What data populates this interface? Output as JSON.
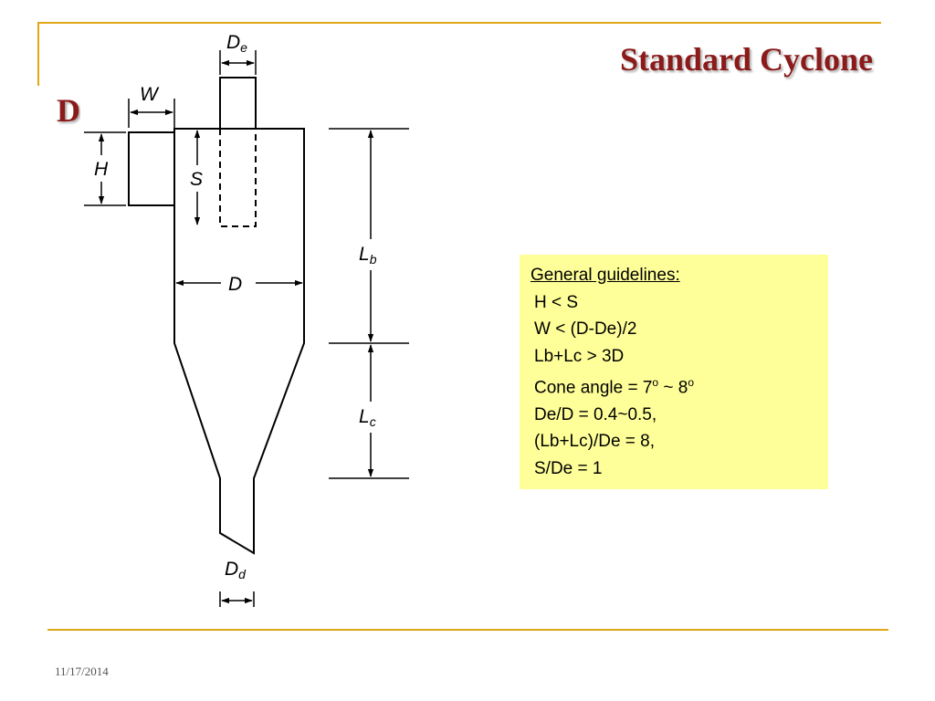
{
  "slide": {
    "title": "Standard Cyclone",
    "left_fragment": "D",
    "date": "11/17/2014"
  },
  "diagram": {
    "labels": {
      "De": {
        "main": "D",
        "sub": "e"
      },
      "W": {
        "main": "W"
      },
      "H": {
        "main": "H"
      },
      "S": {
        "main": "S"
      },
      "D": {
        "main": "D"
      },
      "Lb": {
        "main": "L",
        "sub": "b"
      },
      "Lc": {
        "main": "L",
        "sub": "c"
      },
      "Dd": {
        "main": "D",
        "sub": "d"
      }
    }
  },
  "guidelines": {
    "heading": "General guidelines:",
    "lines": [
      "H < S",
      "W < (D-De)/2",
      "Lb+Lc > 3D",
      "De/D = 0.4~0.5,",
      "(Lb+Lc)/De = 8,",
      "S/De = 1"
    ],
    "cone_angle": {
      "prefix": "Cone angle = 7",
      "sup1": "o",
      "mid": " ~ 8",
      "sup2": "o"
    }
  },
  "colors": {
    "title": "#8b1a1a",
    "frame": "#e0a818",
    "guidelines_bg": "#ffff99"
  }
}
